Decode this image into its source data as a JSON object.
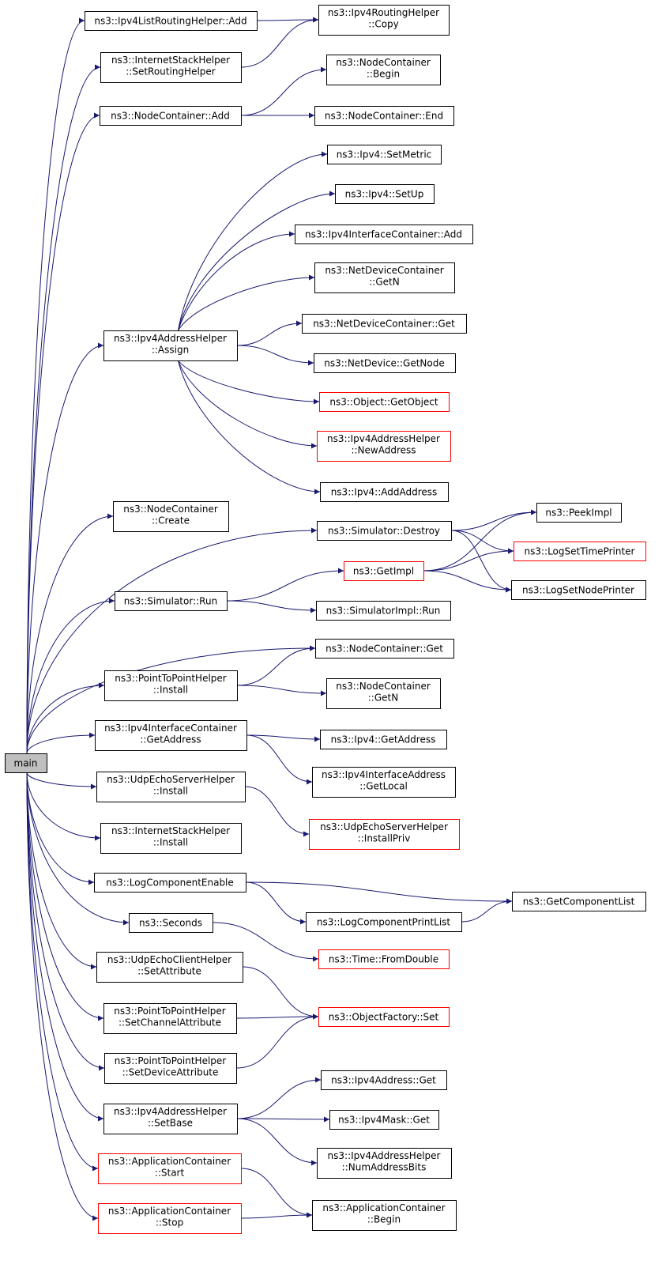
{
  "colors": {
    "edge": "#191970",
    "box": "#000000",
    "box_incomplete": "#ff0000",
    "root_fill": "#bfbfbf",
    "fill": "#ffffff"
  },
  "nodes": {
    "main": {
      "lines": [
        "main"
      ]
    },
    "lrh_add": {
      "lines": [
        "ns3::Ipv4ListRoutingHelper::Add"
      ]
    },
    "irh_copy": {
      "lines": [
        "ns3::Ipv4RoutingHelper",
        "::Copy"
      ]
    },
    "ish_setrouting": {
      "lines": [
        "ns3::InternetStackHelper",
        "::SetRoutingHelper"
      ]
    },
    "nc_begin": {
      "lines": [
        "ns3::NodeContainer",
        "::Begin"
      ]
    },
    "nc_add": {
      "lines": [
        "ns3::NodeContainer::Add"
      ]
    },
    "nc_end": {
      "lines": [
        "ns3::NodeContainer::End"
      ]
    },
    "ipv4_setmetric": {
      "lines": [
        "ns3::Ipv4::SetMetric"
      ]
    },
    "ipv4_setup": {
      "lines": [
        "ns3::Ipv4::SetUp"
      ]
    },
    "iic_add": {
      "lines": [
        "ns3::Ipv4InterfaceContainer::Add"
      ]
    },
    "ndc_getn": {
      "lines": [
        "ns3::NetDeviceContainer",
        "::GetN"
      ]
    },
    "iah_assign": {
      "lines": [
        "ns3::Ipv4AddressHelper",
        "::Assign"
      ]
    },
    "ndc_get": {
      "lines": [
        "ns3::NetDeviceContainer::Get"
      ]
    },
    "nd_getnode": {
      "lines": [
        "ns3::NetDevice::GetNode"
      ]
    },
    "obj_getobject": {
      "lines": [
        "ns3::Object::GetObject"
      ]
    },
    "iah_newaddress": {
      "lines": [
        "ns3::Ipv4AddressHelper",
        "::NewAddress"
      ]
    },
    "ipv4_addaddress": {
      "lines": [
        "ns3::Ipv4::AddAddress"
      ]
    },
    "nc_create": {
      "lines": [
        "ns3::NodeContainer",
        "::Create"
      ]
    },
    "sim_destroy": {
      "lines": [
        "ns3::Simulator::Destroy"
      ]
    },
    "peekimpl": {
      "lines": [
        "ns3::PeekImpl"
      ]
    },
    "logsettimeprinter": {
      "lines": [
        "ns3::LogSetTimePrinter"
      ]
    },
    "getimpl": {
      "lines": [
        "ns3::GetImpl"
      ]
    },
    "logsetnodeprinter": {
      "lines": [
        "ns3::LogSetNodePrinter"
      ]
    },
    "sim_run": {
      "lines": [
        "ns3::Simulator::Run"
      ]
    },
    "simimpl_run": {
      "lines": [
        "ns3::SimulatorImpl::Run"
      ]
    },
    "nc_get": {
      "lines": [
        "ns3::NodeContainer::Get"
      ]
    },
    "p2p_install": {
      "lines": [
        "ns3::PointToPointHelper",
        "::Install"
      ]
    },
    "nc_getn": {
      "lines": [
        "ns3::NodeContainer",
        "::GetN"
      ]
    },
    "iic_getaddress": {
      "lines": [
        "ns3::Ipv4InterfaceContainer",
        "::GetAddress"
      ]
    },
    "ipv4_getaddress": {
      "lines": [
        "ns3::Ipv4::GetAddress"
      ]
    },
    "iia_getlocal": {
      "lines": [
        "ns3::Ipv4InterfaceAddress",
        "::GetLocal"
      ]
    },
    "uesh_install": {
      "lines": [
        "ns3::UdpEchoServerHelper",
        "::Install"
      ]
    },
    "uesh_installpriv": {
      "lines": [
        "ns3::UdpEchoServerHelper",
        "::InstallPriv"
      ]
    },
    "ish_install": {
      "lines": [
        "ns3::InternetStackHelper",
        "::Install"
      ]
    },
    "logcomponentenable": {
      "lines": [
        "ns3::LogComponentEnable"
      ]
    },
    "getcomponentlist": {
      "lines": [
        "ns3::GetComponentList"
      ]
    },
    "logcomponentprintlist": {
      "lines": [
        "ns3::LogComponentPrintList"
      ]
    },
    "seconds": {
      "lines": [
        "ns3::Seconds"
      ]
    },
    "time_fromdouble": {
      "lines": [
        "ns3::Time::FromDouble"
      ]
    },
    "uech_setattribute": {
      "lines": [
        "ns3::UdpEchoClientHelper",
        "::SetAttribute"
      ]
    },
    "of_set": {
      "lines": [
        "ns3::ObjectFactory::Set"
      ]
    },
    "p2p_setchannelattr": {
      "lines": [
        "ns3::PointToPointHelper",
        "::SetChannelAttribute"
      ]
    },
    "p2p_setdeviceattr": {
      "lines": [
        "ns3::PointToPointHelper",
        "::SetDeviceAttribute"
      ]
    },
    "ipv4addr_get": {
      "lines": [
        "ns3::Ipv4Address::Get"
      ]
    },
    "iah_setbase": {
      "lines": [
        "ns3::Ipv4AddressHelper",
        "::SetBase"
      ]
    },
    "ipv4mask_get": {
      "lines": [
        "ns3::Ipv4Mask::Get"
      ]
    },
    "iah_numaddressbits": {
      "lines": [
        "ns3::Ipv4AddressHelper",
        "::NumAddressBits"
      ]
    },
    "ac_start": {
      "lines": [
        "ns3::ApplicationContainer",
        "::Start"
      ]
    },
    "ac_begin": {
      "lines": [
        "ns3::ApplicationContainer",
        "::Begin"
      ]
    },
    "ac_stop": {
      "lines": [
        "ns3::ApplicationContainer",
        "::Stop"
      ]
    }
  },
  "edges": [
    [
      "main",
      "lrh_add"
    ],
    [
      "main",
      "ish_setrouting"
    ],
    [
      "main",
      "nc_add"
    ],
    [
      "main",
      "iah_assign"
    ],
    [
      "main",
      "nc_create"
    ],
    [
      "main",
      "sim_destroy"
    ],
    [
      "main",
      "sim_run"
    ],
    [
      "main",
      "nc_get"
    ],
    [
      "main",
      "p2p_install"
    ],
    [
      "main",
      "iic_getaddress"
    ],
    [
      "main",
      "uesh_install"
    ],
    [
      "main",
      "ish_install"
    ],
    [
      "main",
      "logcomponentenable"
    ],
    [
      "main",
      "seconds"
    ],
    [
      "main",
      "uech_setattribute"
    ],
    [
      "main",
      "p2p_setchannelattr"
    ],
    [
      "main",
      "p2p_setdeviceattr"
    ],
    [
      "main",
      "iah_setbase"
    ],
    [
      "main",
      "ac_start"
    ],
    [
      "main",
      "ac_stop"
    ],
    [
      "lrh_add",
      "irh_copy"
    ],
    [
      "ish_setrouting",
      "irh_copy"
    ],
    [
      "nc_add",
      "nc_begin"
    ],
    [
      "nc_add",
      "nc_end"
    ],
    [
      "iah_assign",
      "ipv4_setmetric"
    ],
    [
      "iah_assign",
      "ipv4_setup"
    ],
    [
      "iah_assign",
      "iic_add"
    ],
    [
      "iah_assign",
      "ndc_getn"
    ],
    [
      "iah_assign",
      "ndc_get"
    ],
    [
      "iah_assign",
      "nd_getnode"
    ],
    [
      "iah_assign",
      "obj_getobject"
    ],
    [
      "iah_assign",
      "iah_newaddress"
    ],
    [
      "iah_assign",
      "ipv4_addaddress"
    ],
    [
      "sim_destroy",
      "peekimpl"
    ],
    [
      "sim_destroy",
      "logsettimeprinter"
    ],
    [
      "sim_destroy",
      "logsetnodeprinter"
    ],
    [
      "getimpl",
      "peekimpl"
    ],
    [
      "getimpl",
      "logsettimeprinter"
    ],
    [
      "getimpl",
      "logsetnodeprinter"
    ],
    [
      "sim_run",
      "getimpl"
    ],
    [
      "sim_run",
      "simimpl_run"
    ],
    [
      "p2p_install",
      "nc_get"
    ],
    [
      "p2p_install",
      "nc_getn"
    ],
    [
      "iic_getaddress",
      "ipv4_getaddress"
    ],
    [
      "iic_getaddress",
      "iia_getlocal"
    ],
    [
      "uesh_install",
      "uesh_installpriv"
    ],
    [
      "logcomponentenable",
      "getcomponentlist"
    ],
    [
      "logcomponentenable",
      "logcomponentprintlist"
    ],
    [
      "logcomponentprintlist",
      "getcomponentlist"
    ],
    [
      "seconds",
      "time_fromdouble"
    ],
    [
      "uech_setattribute",
      "of_set"
    ],
    [
      "p2p_setchannelattr",
      "of_set"
    ],
    [
      "p2p_setdeviceattr",
      "of_set"
    ],
    [
      "iah_setbase",
      "ipv4addr_get"
    ],
    [
      "iah_setbase",
      "ipv4mask_get"
    ],
    [
      "iah_setbase",
      "iah_numaddressbits"
    ],
    [
      "ac_start",
      "ac_begin"
    ],
    [
      "ac_stop",
      "ac_begin"
    ]
  ]
}
